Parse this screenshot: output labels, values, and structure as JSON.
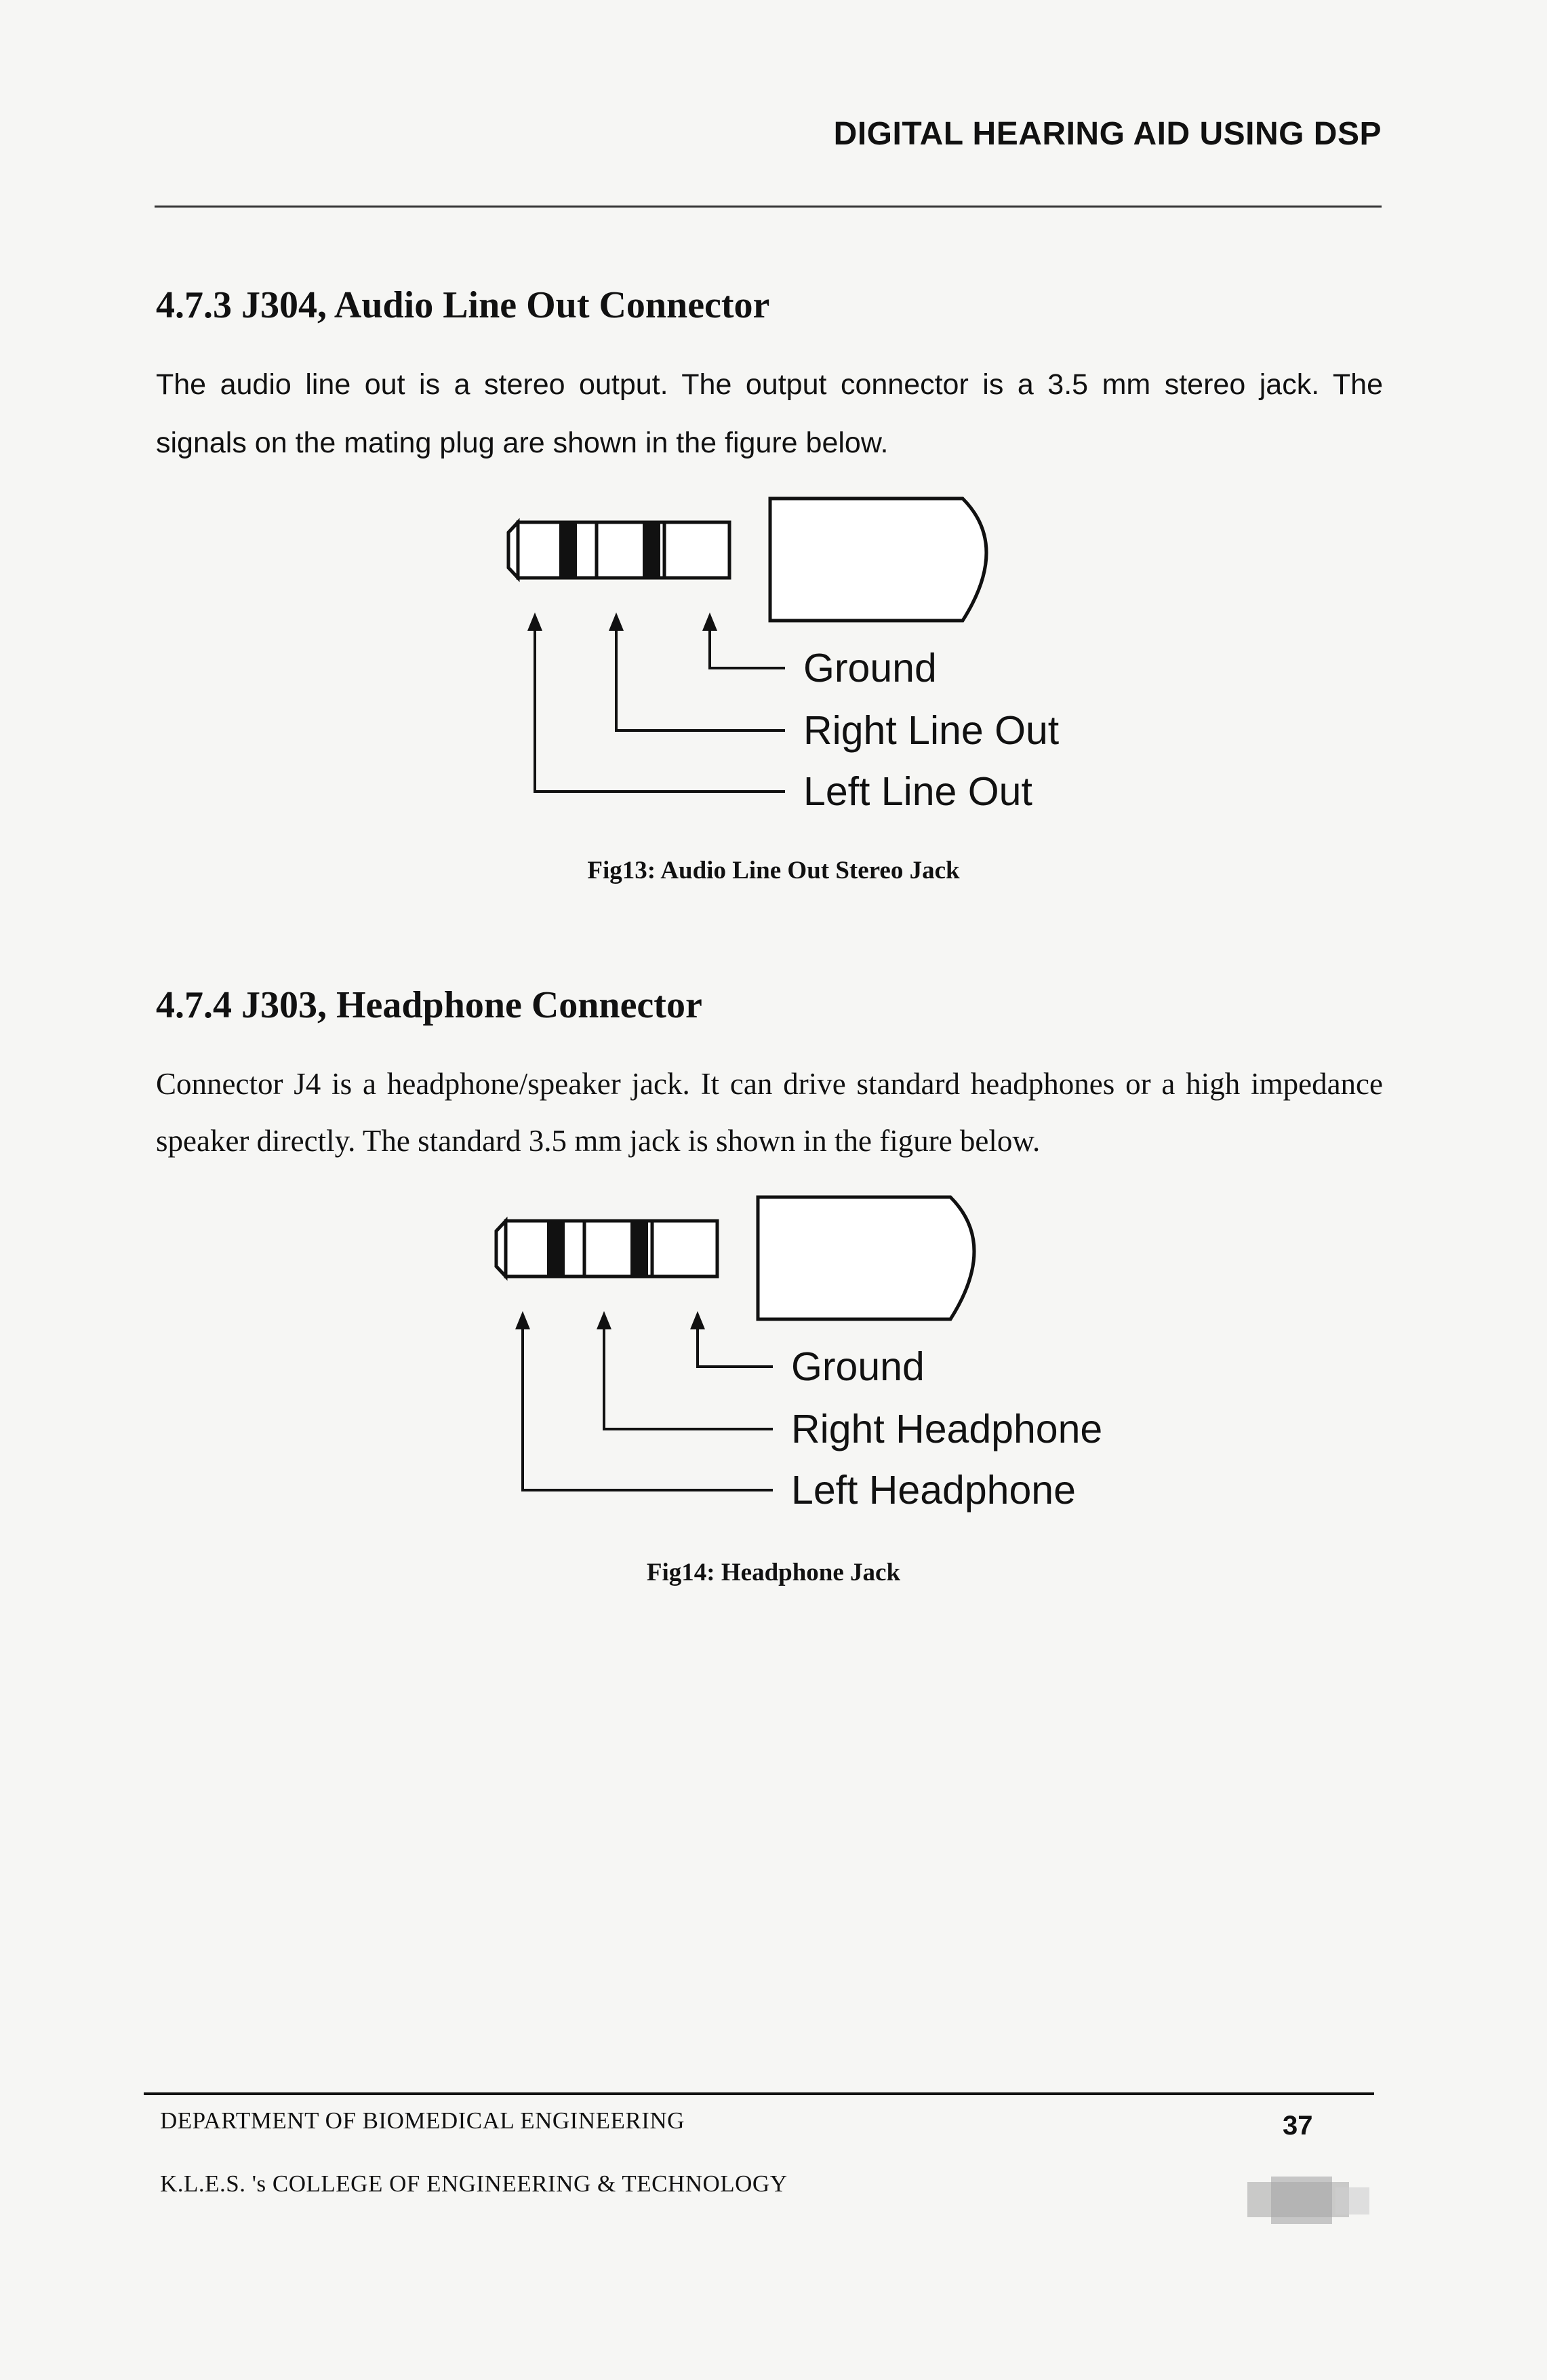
{
  "header": {
    "title": "DIGITAL HEARING AID USING DSP"
  },
  "sections": [
    {
      "heading": "4.7.3  J304, Audio Line Out Connector",
      "paragraph": "The audio line out is a stereo output. The output connector is a 3.5 mm stereo jack. The signals on the mating plug are shown in the figure below.",
      "figure": {
        "labels": [
          "Ground",
          "Right Line Out",
          "Left Line Out"
        ],
        "caption": "Fig13: Audio Line Out Stereo Jack"
      }
    },
    {
      "heading": "4.7.4  J303, Headphone Connector",
      "paragraph": "Connector J4 is a headphone/speaker jack. It can drive standard headphones or a high impedance speaker directly. The standard 3.5 mm jack is shown in the figure below.",
      "figure": {
        "labels": [
          "Ground",
          "Right Headphone",
          "Left Headphone"
        ],
        "caption": "Fig14: Headphone Jack"
      }
    }
  ],
  "footer": {
    "department": "DEPARTMENT OF BIOMEDICAL ENGINEERING",
    "college": "K.L.E.S. 's COLLEGE OF ENGINEERING & TECHNOLOGY",
    "page_number": "37"
  }
}
